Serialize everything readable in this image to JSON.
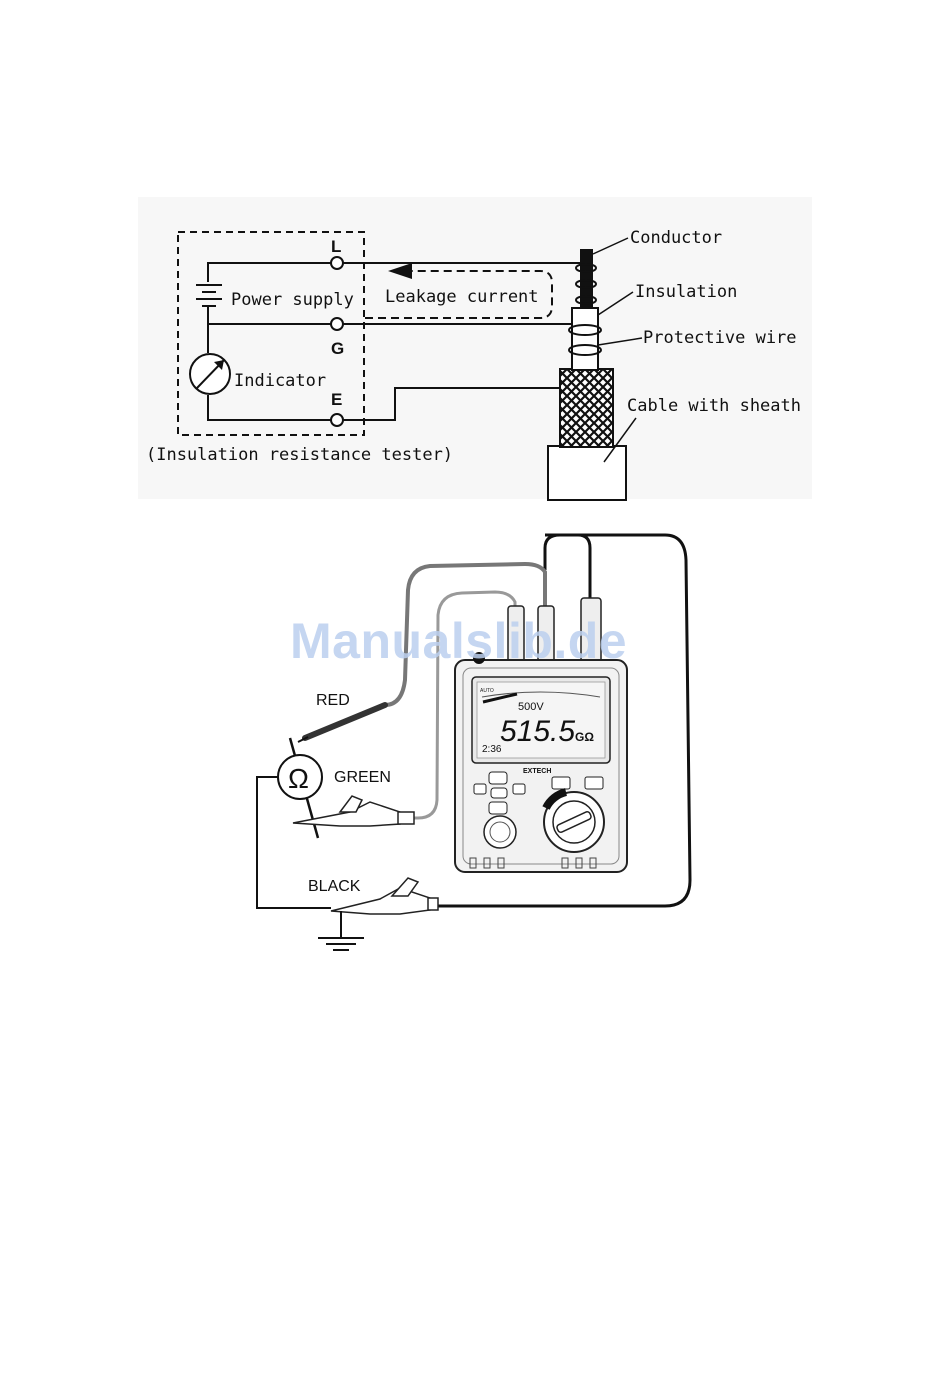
{
  "diagram1": {
    "terminals": {
      "l": "L",
      "g": "G",
      "e": "E"
    },
    "labels": {
      "power_supply": "Power supply",
      "indicator": "Indicator",
      "leakage_current": "Leakage current",
      "tester_caption": "(Insulation resistance tester)",
      "conductor": "Conductor",
      "insulation": "Insulation",
      "protective_wire": "Protective wire",
      "cable_with_sheath": "Cable with sheath"
    }
  },
  "diagram2": {
    "leads": {
      "red": "RED",
      "green": "GREEN",
      "black": "BLACK"
    },
    "symbol": "Ω",
    "meter": {
      "mode": "AUTO",
      "voltage": "500V",
      "reading": "515.5",
      "unit": "GΩ",
      "timer": "2:36",
      "brand": "EXTECH"
    }
  },
  "watermark": "Manualslib.de"
}
